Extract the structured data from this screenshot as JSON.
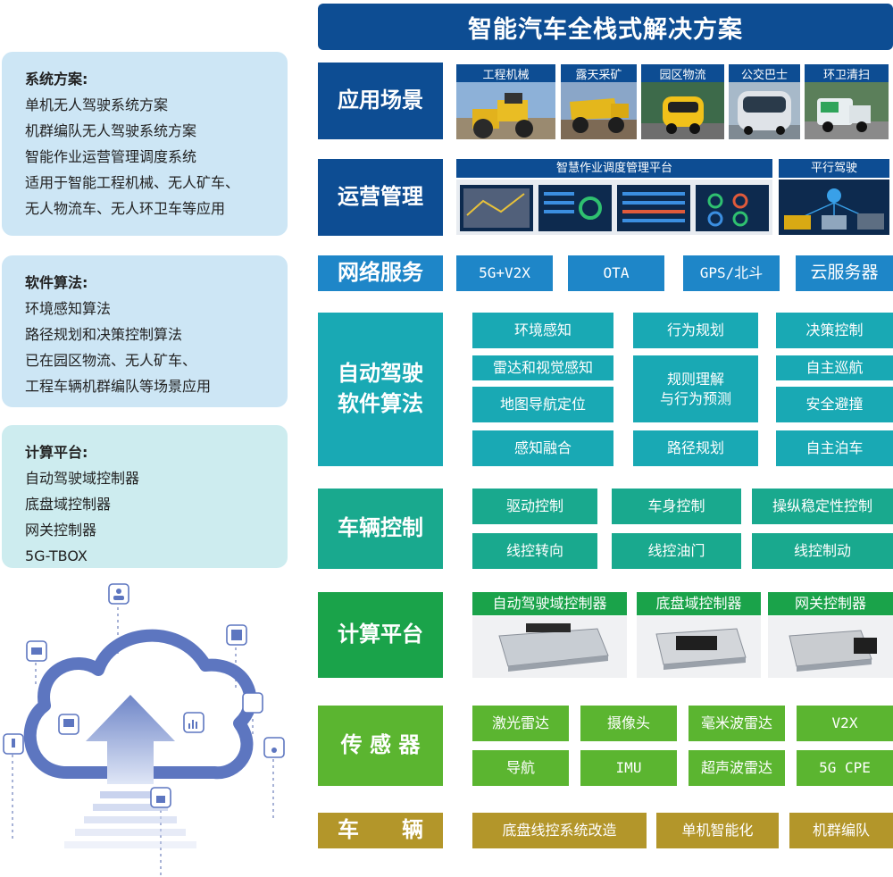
{
  "title": "智能汽车全栈式解决方案",
  "left_panels": {
    "system": {
      "heading": "系统方案:",
      "lines": [
        "单机无人驾驶系统方案",
        "机群编队无人驾驶系统方案",
        "智能作业运营管理调度系统",
        "适用于智能工程机械、无人矿车、",
        "无人物流车、无人环卫车等应用"
      ]
    },
    "software": {
      "heading": "软件算法:",
      "lines": [
        "环境感知算法",
        "路径规划和决策控制算法",
        "已在园区物流、无人矿车、",
        "工程车辆机群编队等场景应用"
      ]
    },
    "compute": {
      "heading": "计算平台:",
      "lines": [
        "自动驾驶域控制器",
        "底盘域控制器",
        "网关控制器",
        "5G-TBOX"
      ]
    }
  },
  "rows": {
    "scenarios": {
      "label": "应用场景",
      "items": [
        "工程机械",
        "露天采矿",
        "园区物流",
        "公交巴士",
        "环卫清扫"
      ]
    },
    "operations": {
      "label": "运营管理",
      "platform": "智慧作业调度管理平台",
      "parallel": "平行驾驶"
    },
    "network": {
      "label": "网络服务",
      "items": [
        "5G+V2X",
        "OTA",
        "GPS/北斗",
        "云服务器"
      ]
    },
    "software": {
      "label_line1": "自动驾驶",
      "label_line2": "软件算法",
      "col1": [
        "环境感知",
        "雷达和视觉感知",
        "地图导航定位",
        "感知融合"
      ],
      "col2_top": "行为规划",
      "col2_mid_line1": "规则理解",
      "col2_mid_line2": "与行为预测",
      "col2_bottom": "路径规划",
      "col3": [
        "决策控制",
        "自主巡航",
        "安全避撞",
        "自主泊车"
      ]
    },
    "vehicle_control": {
      "label": "车辆控制",
      "items": [
        "驱动控制",
        "车身控制",
        "操纵稳定性控制",
        "线控转向",
        "线控油门",
        "线控制动"
      ]
    },
    "compute": {
      "label": "计算平台",
      "items": [
        "自动驾驶域控制器",
        "底盘域控制器",
        "网关控制器"
      ]
    },
    "sensors": {
      "label": "传 感 器",
      "items": [
        "激光雷达",
        "摄像头",
        "毫米波雷达",
        "V2X",
        "导航",
        "IMU",
        "超声波雷达",
        "5G CPE"
      ]
    },
    "vehicle": {
      "label": "车　　辆",
      "items": [
        "底盘线控系统改造",
        "单机智能化",
        "机群编队"
      ]
    }
  },
  "colors": {
    "dark_blue": "#0d4d93",
    "mid_blue": "#1e86c8",
    "teal": "#19a9b4",
    "green_teal": "#19a98e",
    "green": "#1aa34a",
    "lime": "#5bb530",
    "gold": "#b3962a",
    "panel_blue": "#cde6f5",
    "panel_teal": "#cdecef"
  }
}
